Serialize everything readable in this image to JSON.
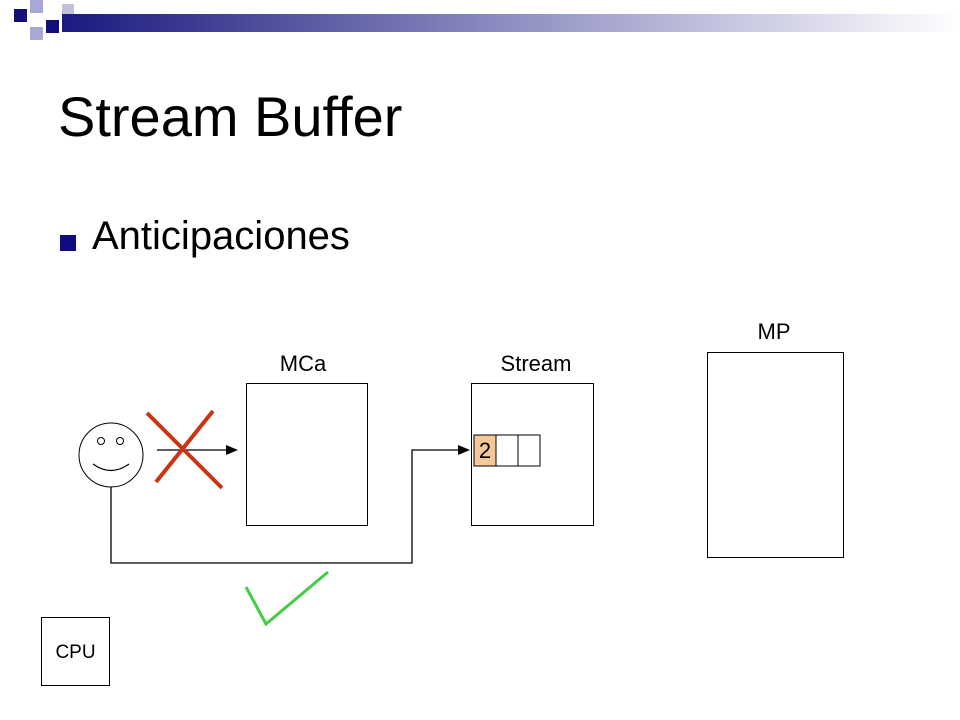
{
  "slide": {
    "title": "Stream Buffer",
    "bullet": "Anticipaciones"
  },
  "diagram": {
    "labels": {
      "mca": "MCa",
      "stream": "Stream",
      "mp": "MP",
      "cpu": "CPU"
    },
    "stream_buffer_entry": "2",
    "colors": {
      "header_navy": "#101078",
      "header_gradient_start": "#1a1a80",
      "header_gradient_end": "#ffffff",
      "header_light_square": "#a8a8d8",
      "bullet": "#0d0d80",
      "cross": "#cc3311",
      "check": "#44cc44",
      "buffer_entry_fill": "#f5c89a"
    },
    "icons": [
      "smiley-face-icon",
      "cross-icon",
      "checkmark-icon"
    ]
  }
}
